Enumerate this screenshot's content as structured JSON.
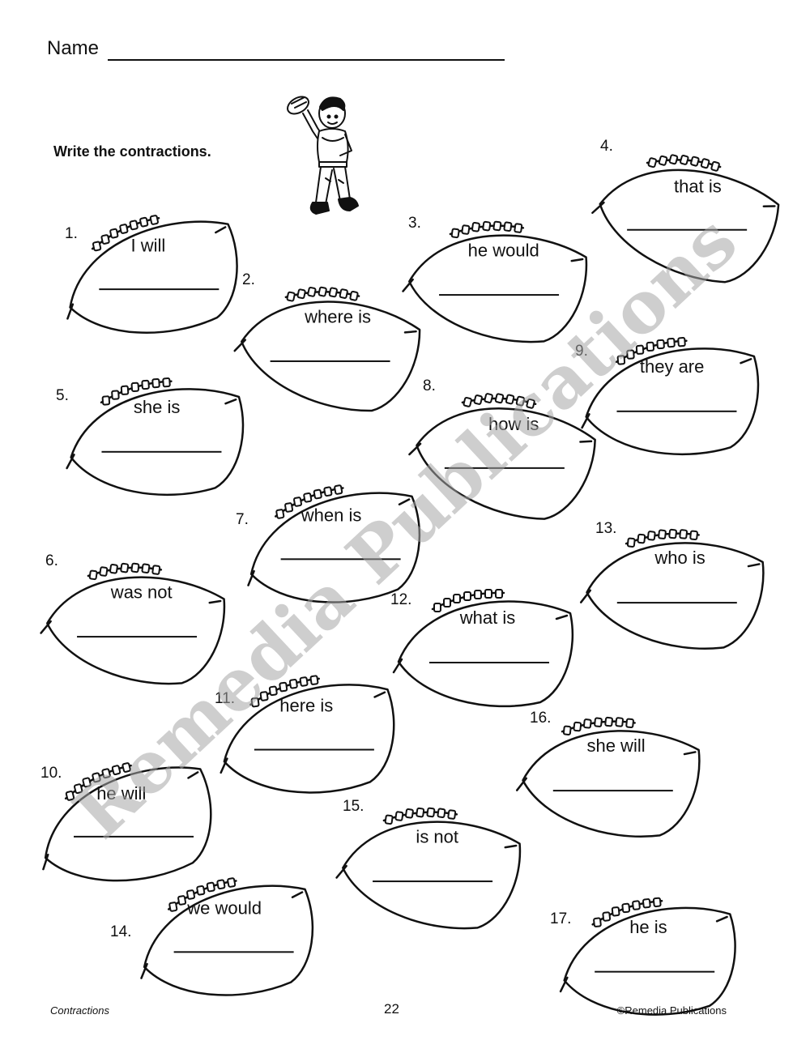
{
  "header": {
    "name_label": "Name",
    "instructions": "Write the contractions."
  },
  "items": [
    {
      "number": "1.",
      "word": "I will"
    },
    {
      "number": "2.",
      "word": "where is"
    },
    {
      "number": "3.",
      "word": "he would"
    },
    {
      "number": "4.",
      "word": "that is"
    },
    {
      "number": "5.",
      "word": "she is"
    },
    {
      "number": "6.",
      "word": "was not"
    },
    {
      "number": "7.",
      "word": "when is"
    },
    {
      "number": "8.",
      "word": "how is"
    },
    {
      "number": "9.",
      "word": "they are"
    },
    {
      "number": "10.",
      "word": "he will"
    },
    {
      "number": "11.",
      "word": "here is"
    },
    {
      "number": "12.",
      "word": "what is"
    },
    {
      "number": "13.",
      "word": "who is"
    },
    {
      "number": "14.",
      "word": "we would"
    },
    {
      "number": "15.",
      "word": "is not"
    },
    {
      "number": "16.",
      "word": "she will"
    },
    {
      "number": "17.",
      "word": "he is"
    }
  ],
  "watermark": "Remedia Publications",
  "footer": {
    "left": "Contractions",
    "page_number": "22",
    "right": "©Remedia Publications"
  }
}
